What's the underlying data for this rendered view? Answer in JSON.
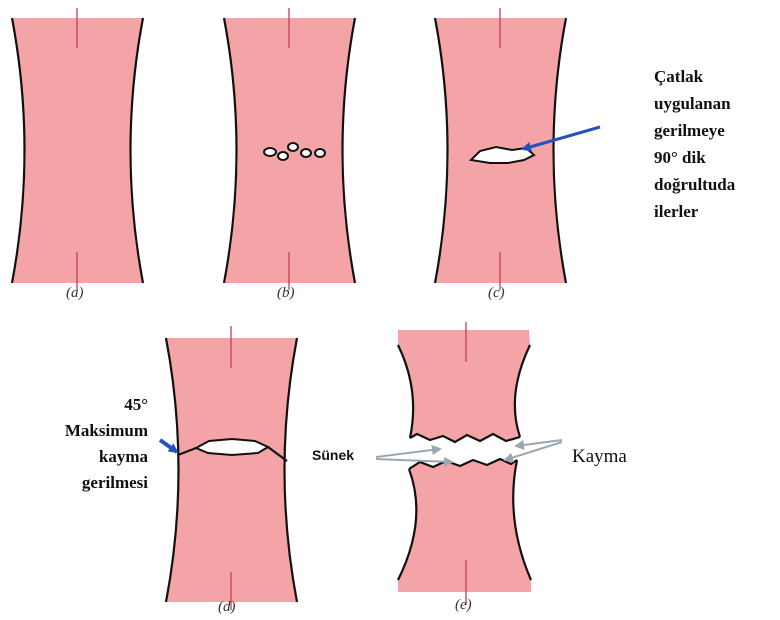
{
  "captions": {
    "a": "(a)",
    "b": "(b)",
    "c": "(c)",
    "d": "(d)",
    "e": "(e)"
  },
  "crack_note": [
    "Çatlak",
    "uygulanan",
    "gerilmeye",
    "90° dik",
    "doğrultuda",
    "ilerler"
  ],
  "shear_note": [
    "45°",
    "Maksimum",
    "kayma",
    "gerilmesi"
  ],
  "ductile_label": "Sünek",
  "shear_label": "Kayma",
  "colors": {
    "specimen": "#f4a4a6",
    "outline": "#111111",
    "load_line": "#c2405a",
    "arrow": "#2a4fbf",
    "gray_arrow": "#9aa6b2"
  }
}
